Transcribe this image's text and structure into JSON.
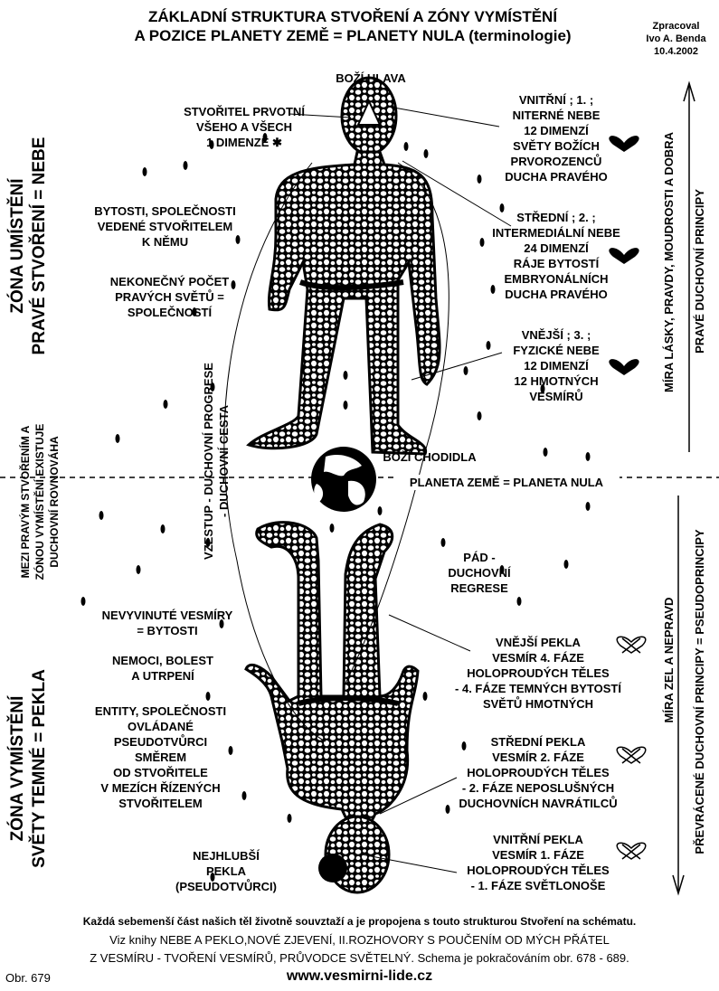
{
  "title": {
    "line1": "ZÁKLADNÍ STRUKTURA STVOŘENÍ A ZÓNY VYMÍSTĚNÍ",
    "line2": "A POZICE PLANETY ZEMĚ = PLANETY NULA  (terminologie)"
  },
  "author": {
    "label": "Zpracoval",
    "name": "Ivo A. Benda",
    "date": "10.4.2002"
  },
  "labels": {
    "bozi_hlava": "BOŽÍ HLAVA",
    "stvoritel": "STVOŘITEL PRVOTNÍ\nVŠEHO A VŠECH\n1 DIMENZE ✱",
    "bytosti": "BYTOSTI, SPOLEČNOSTI\nVEDENÉ STVOŘITELEM\nK NĚMU",
    "nekonecny": "NEKONEČNÝ POČET\nPRAVÝCH SVĚTŮ =\nSPOLEČNOSTÍ",
    "vnitrni_nebe": "VNITŘNÍ ; 1. ;\nNITERNÉ NEBE\n12 DIMENZÍ\nSVĚTY BOŽÍCH\nPRVOROZENCŮ\nDUCHA PRAVÉHO",
    "stredni_nebe": "STŘEDNÍ ; 2. ;\nINTERMEDIÁLNÍ NEBE\n24 DIMENZÍ\nRÁJE BYTOSTÍ\nEMBRYONÁLNÍCH\nDUCHA PRAVÉHO",
    "vnejsi_nebe": "VNĚJŠÍ ; 3. ;\nFYZICKÉ NEBE\n12 DIMENZÍ\n12 HMOTNÝCH\nVESMÍRŮ",
    "bozi_chodidla": "BOŽÍ CHODIDLA",
    "planeta": "PLANETA ZEMĚ = PLANETA NULA",
    "nevyvinute": "NEVYVINUTÉ VESMÍRY\n=  BYTOSTI",
    "nemoci": "NEMOCI, BOLEST\nA  UTRPENÍ",
    "entity": "ENTITY, SPOLEČNOSTI\nOVLÁDANÉ\nPSEUDOTVŮRCI\nSMĚREM\nOD STVOŘITELE\nV MEZÍCH ŘÍZENÝCH\nSTVOŘITELEM",
    "nejhlubsi": "NEJHLUBŠÍ\nPEKLA\n(PSEUDOTVŮRCI)",
    "vnejsi_pekla": "VNĚJŠÍ PEKLA\nVESMÍR 4. FÁZE\nHOLOPROUDÝCH TĚLES\n- 4. FÁZE TEMNÝCH BYTOSTÍ\nSVĚTŮ HMOTNÝCH",
    "stredni_pekla": "STŘEDNÍ PEKLA\nVESMÍR 2. FÁZE\nHOLOPROUDÝCH TĚLES\n- 2. FÁZE NEPOSLUŠNÝCH\nDUCHOVNÍCH NAVRÁTILCŮ",
    "vnitrni_pekla": "VNITŘNÍ PEKLA\nVESMÍR 1. FÁZE\nHOLOPROUDÝCH TĚLES\n- 1. FÁZE SVĚTLONOŠE",
    "pad": "PÁD -\nDUCHOVNÍ\nREGRESE"
  },
  "vertical": {
    "zona_nebe1": "ZÓNA UMÍSTĚNÍ",
    "zona_nebe2": "PRAVÉ STVOŘENÍ = NEBE",
    "mezi1": "MEZI PRAVÝM STVOŘENÍM A",
    "mezi2": "ZÓNOU VYMÍSTĚNÍ EXISTUJE",
    "mezi3": "DUCHOVNÍ ROVNOVÁHA",
    "zona_pekla1": "ZÓNA VYMÍSTĚNÍ",
    "zona_pekla2": "SVĚTY TEMNÉ = PEKLA",
    "vzestup1": "VZESTUP - DUCHOVNÍ PROGRESE",
    "vzestup2": "- DUCHOVNÍ CESTA",
    "mira_lasky": "MÍRA LÁSKY, PRAVDY, MOUDROSTI A DOBRA",
    "prave_principy": "PRAVÉ DUCHOVNÍ PRINCIPY",
    "mira_zel": "MÍRA ZEL A NEPRAVD",
    "prevracene": "PŘEVRÁCENÉ DUCHOVNÍ PRINCIPY = PSEUDOPRINCIPY"
  },
  "footer": {
    "line1": "Každá sebemenší část našich těl životně souvztaží a je propojena s touto strukturou Stvoření na schématu.",
    "line2": "Viz knihy NEBE A PEKLO,NOVÉ ZJEVENÍ,  II.ROZHOVORY S POUČENÍM OD MÝCH PŘÁTEL",
    "line3": "Z VESMÍRU - TVOŘENÍ VESMÍRŮ, PRŮVODCE SVĚTELNÝ. Schema je pokračováním obr. 678 - 689.",
    "obr": "Obr. 679",
    "web": "www.vesmirni-lide.cz"
  }
}
